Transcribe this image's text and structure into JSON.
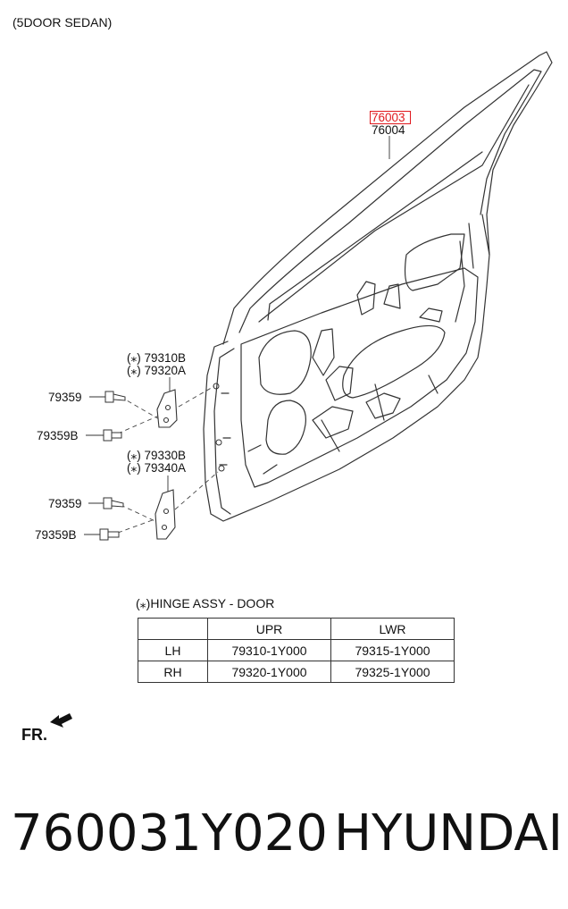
{
  "header": {
    "variant": "(5DOOR SEDAN)"
  },
  "parts": {
    "highlighted": "76003",
    "door_panel": "76004",
    "hinge_upper_b": "79310B",
    "hinge_upper_a": "79320A",
    "hinge_lower_b": "79330B",
    "hinge_lower_a": "79340A",
    "bolt_upper_1": "79359",
    "bolt_upper_2": "79359B",
    "bolt_lower_1": "79359",
    "bolt_lower_2": "79359B",
    "asterisk": "(⁎)"
  },
  "hinge_table": {
    "title": "HINGE ASSY - DOOR",
    "headers": [
      "",
      "UPR",
      "LWR"
    ],
    "rows": [
      {
        "side": "LH",
        "upr": "79310-1Y000",
        "lwr": "79315-1Y000"
      },
      {
        "side": "RH",
        "upr": "79320-1Y000",
        "lwr": "79325-1Y000"
      }
    ]
  },
  "direction": {
    "label": "FR."
  },
  "footer": {
    "part_number": "760031Y020",
    "brand": "HYUNDAI"
  },
  "colors": {
    "highlight": "#e0191e",
    "ink": "#111111"
  }
}
